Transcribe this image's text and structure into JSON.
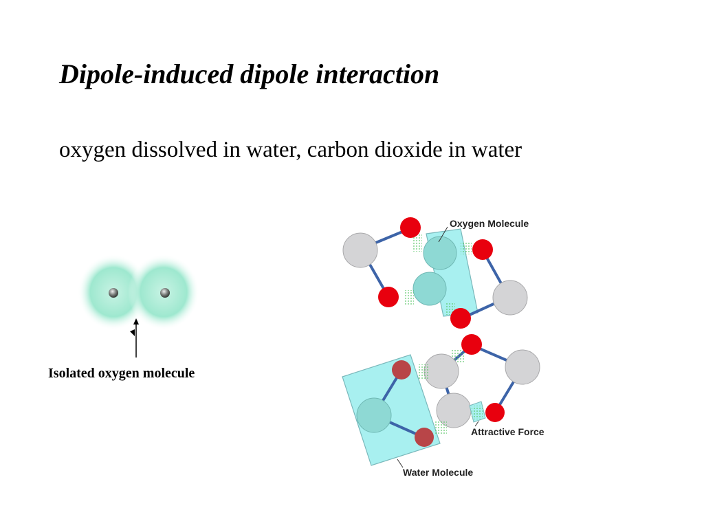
{
  "slide": {
    "title": "Dipole-induced dipole interaction",
    "subtitle": "oxygen dissolved in water, carbon dioxide in water"
  },
  "isolated": {
    "label": "Isolated oxygen molecule"
  },
  "diagram": {
    "oxygen_label": "Oxygen Molecule",
    "attractive_label": "Attractive Force",
    "water_label": "Water Molecule"
  },
  "colors": {
    "oxygen_atom": "#e8000e",
    "dark_oxygen_atom": "#b84548",
    "hydrogen_atom": "#d4d4d6",
    "o2_atom": "#8ed9d4",
    "box_fill": "#a8f0f0",
    "bond": "#3d64a8",
    "cloud": "#9ee8cf"
  }
}
